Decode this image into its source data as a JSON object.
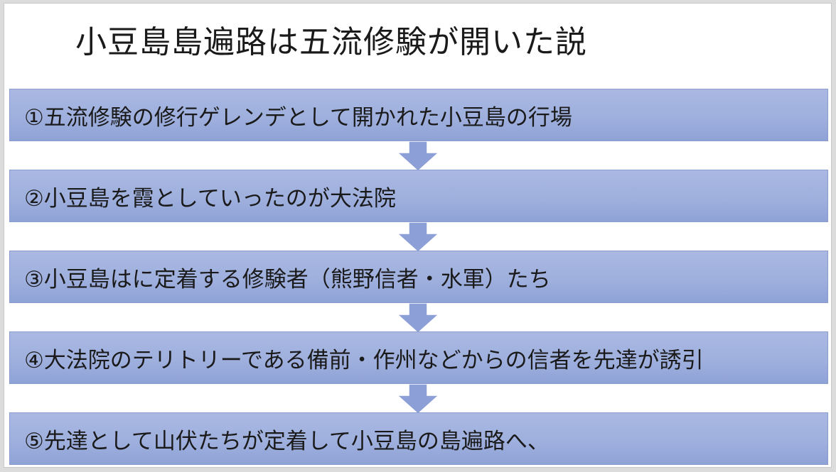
{
  "title": "小豆島島遍路は五流修験が開いた説",
  "colors": {
    "box_fill": "#9fb0de",
    "box_border": "#8a9bcf",
    "arrow_fill": "#8c9fd6"
  },
  "steps": [
    {
      "text": "①五流修験の修行ゲレンデとして開かれた小豆島の行場"
    },
    {
      "text": "②小豆島を霞としていったのが大法院"
    },
    {
      "text": "③小豆島はに定着する修験者（熊野信者・水軍）たち"
    },
    {
      "text": "④大法院のテリトリーである備前・作州などからの信者を先達が誘引"
    },
    {
      "text": "⑤先達として山伏たちが定着して小豆島の島遍路へ、"
    }
  ]
}
